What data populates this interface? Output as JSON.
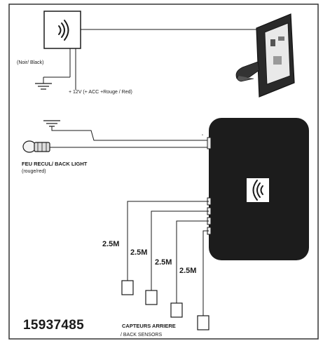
{
  "labels": {
    "ground_color": "(Noir/ Black)",
    "power": "+ 12V (+ ACC +Rouge / Red)",
    "reverse_light": "FEU RECUL/ BACK LIGHT",
    "reverse_light_color": "(rouge/red)",
    "sensors_line1": "CAPTEURS ARRIERE",
    "sensors_line2": "/ BACK SENSORS",
    "minus_mark": "-"
  },
  "cable_lengths": [
    "2.5M",
    "2.5M",
    "2.5M",
    "2.5M"
  ],
  "product_code": "15937485",
  "colors": {
    "line": "#1a1a1a",
    "module": "#1c1c1c",
    "background": "#ffffff"
  },
  "icons": {
    "wireless_unit": "wireless-signal-icon",
    "monitor": "display-monitor-icon",
    "bulb": "light-bulb-icon",
    "ground": "ground-icon"
  }
}
